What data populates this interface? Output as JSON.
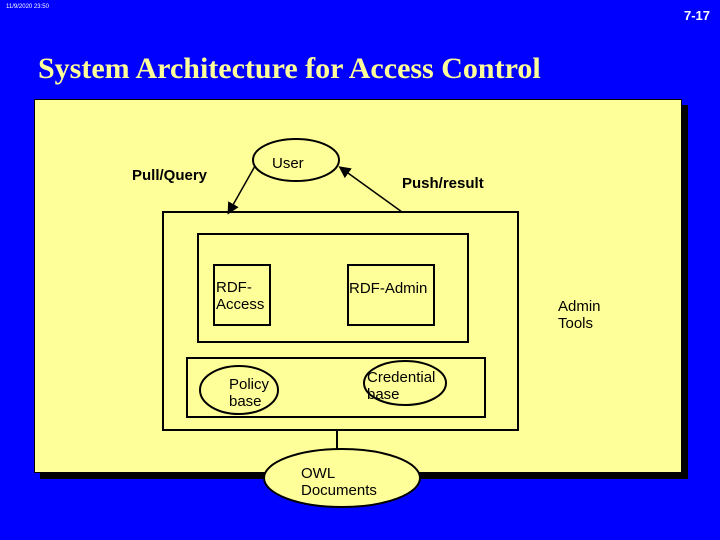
{
  "header": {
    "timestamp": "11/9/2020 23:50",
    "slide_number": "7-17"
  },
  "title": "System Architecture for Access Control",
  "diagram": {
    "user": "User",
    "pull_query": "Pull/Query",
    "push_result": "Push/result",
    "rdf_access_line1": "RDF-",
    "rdf_access_line2": "Access",
    "rdf_admin": "RDF-Admin",
    "admin_tools_line1": "Admin",
    "admin_tools_line2": "Tools",
    "policy_base_line1": "Policy",
    "policy_base_line2": "base",
    "credential_base_line1": "Credential",
    "credential_base_line2": "base",
    "owl_line1": "OWL",
    "owl_line2": "Documents"
  }
}
